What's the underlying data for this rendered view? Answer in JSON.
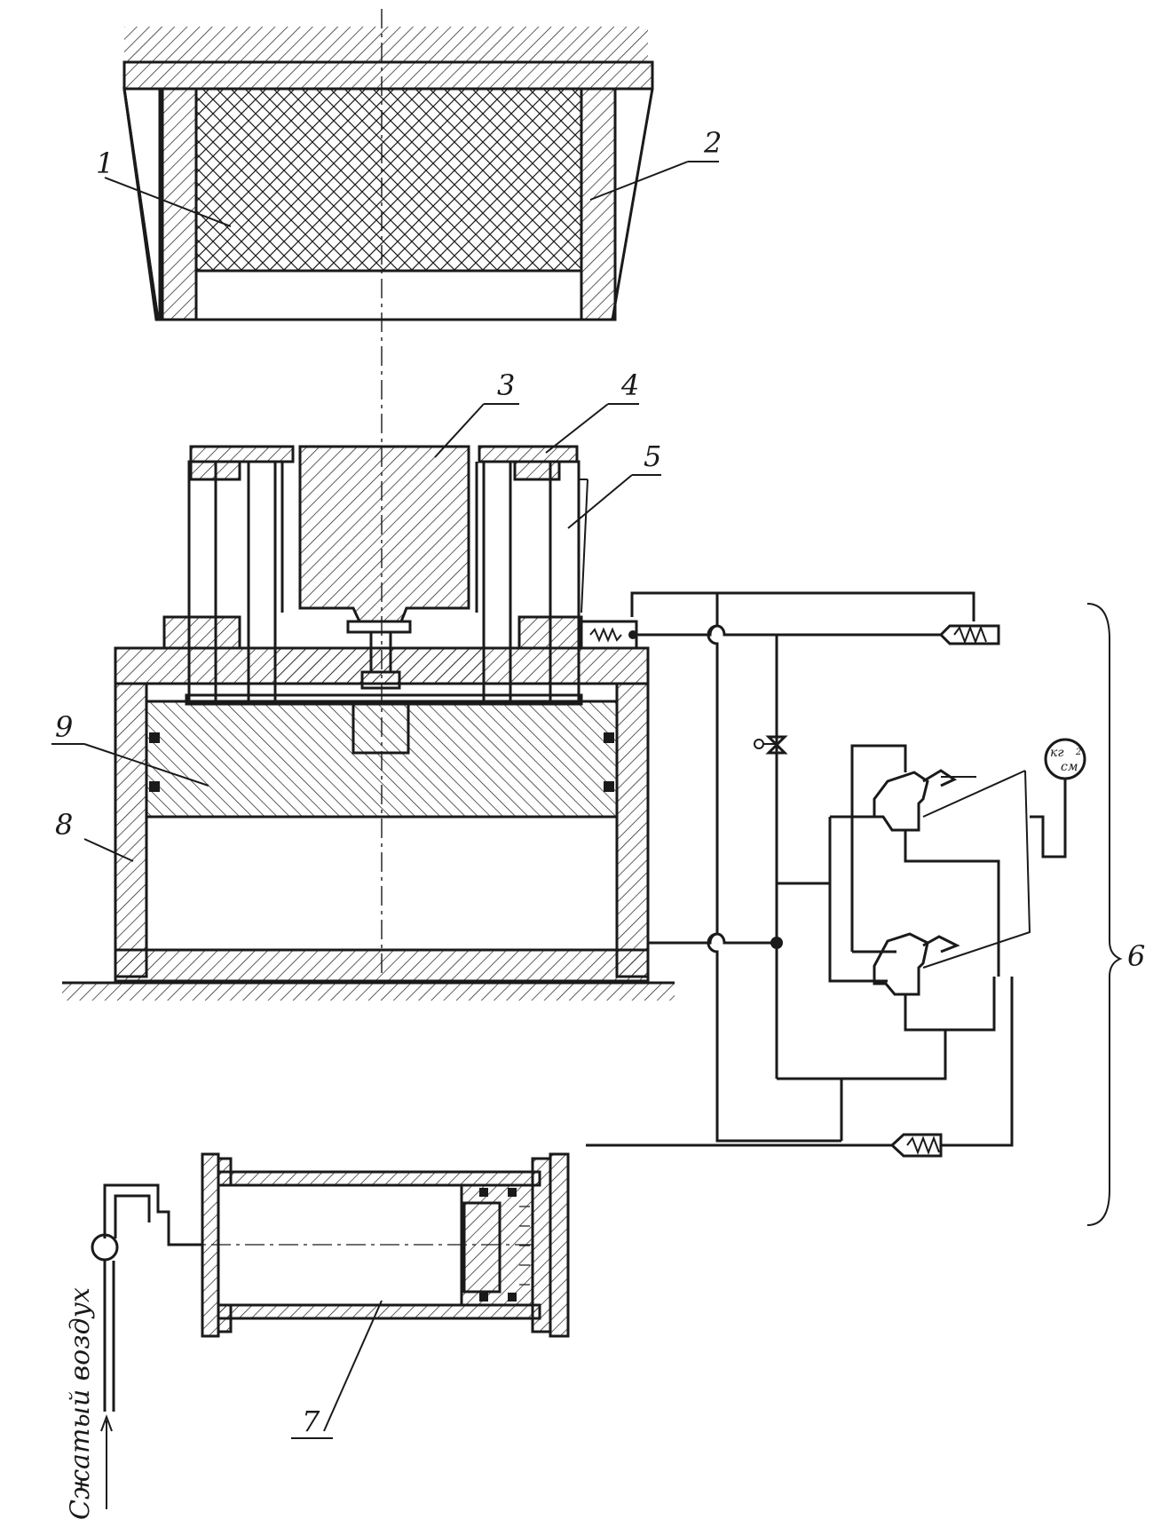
{
  "labels": {
    "n1": "1",
    "n2": "2",
    "n3": "3",
    "n4": "4",
    "n5": "5",
    "n6": "6",
    "n7": "7",
    "n8": "8",
    "n9": "9"
  },
  "gauge": {
    "unit_top": "кг",
    "unit_bottom": "см",
    "unit_exp": "2"
  },
  "air_label": "Сжатый воздух",
  "colors": {
    "ink": "#1a1a1a",
    "paper": "#ffffff"
  }
}
